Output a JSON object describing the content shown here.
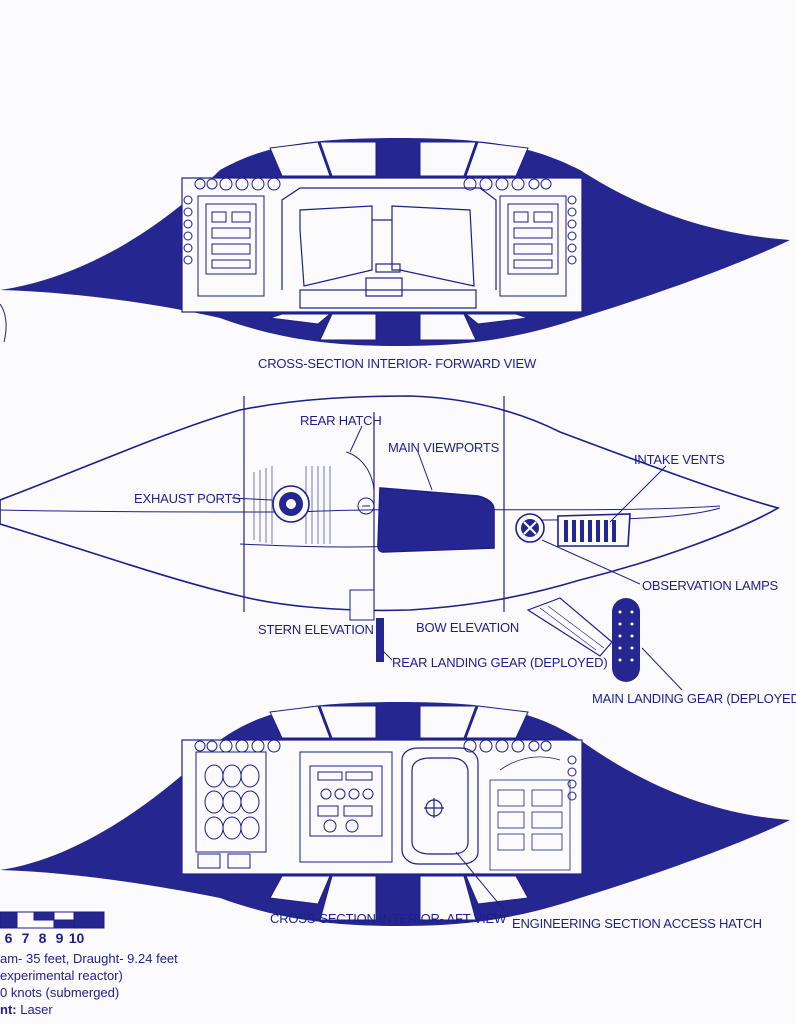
{
  "colors": {
    "hull": "#262690",
    "line": "#1e1e8c",
    "paper": "#fbfbfd"
  },
  "views": {
    "forward": {
      "caption": "CROSS-SECTION INTERIOR- FORWARD VIEW"
    },
    "side": {
      "labels": {
        "rear_hatch": "REAR HATCH",
        "main_viewports": "MAIN VIEWPORTS",
        "intake_vents": "INTAKE VENTS",
        "exhaust_ports": "EXHAUST PORTS",
        "observation_lamps": "OBSERVATION LAMPS",
        "stern_elevation": "STERN ELEVATION",
        "bow_elevation": "BOW ELEVATION",
        "rear_landing_gear": "REAR LANDING GEAR (DEPLOYED)",
        "main_landing_gear": "MAIN LANDING GEAR (DEPLOYED)"
      }
    },
    "aft": {
      "caption": "CROSS-SECTION INTERIOR- AFT VIEW",
      "engineering_hatch": "ENGINEERING SECTION ACCESS HATCH"
    }
  },
  "scale": {
    "numbers": [
      "6",
      "7",
      "8",
      "9",
      "10"
    ]
  },
  "specs": {
    "line1": "am- 35 feet, Draught- 9.24 feet",
    "line2": "experimental reactor)",
    "line3": "0 knots (submerged)",
    "line4_label": "nt:",
    "line4_value": " Laser"
  }
}
